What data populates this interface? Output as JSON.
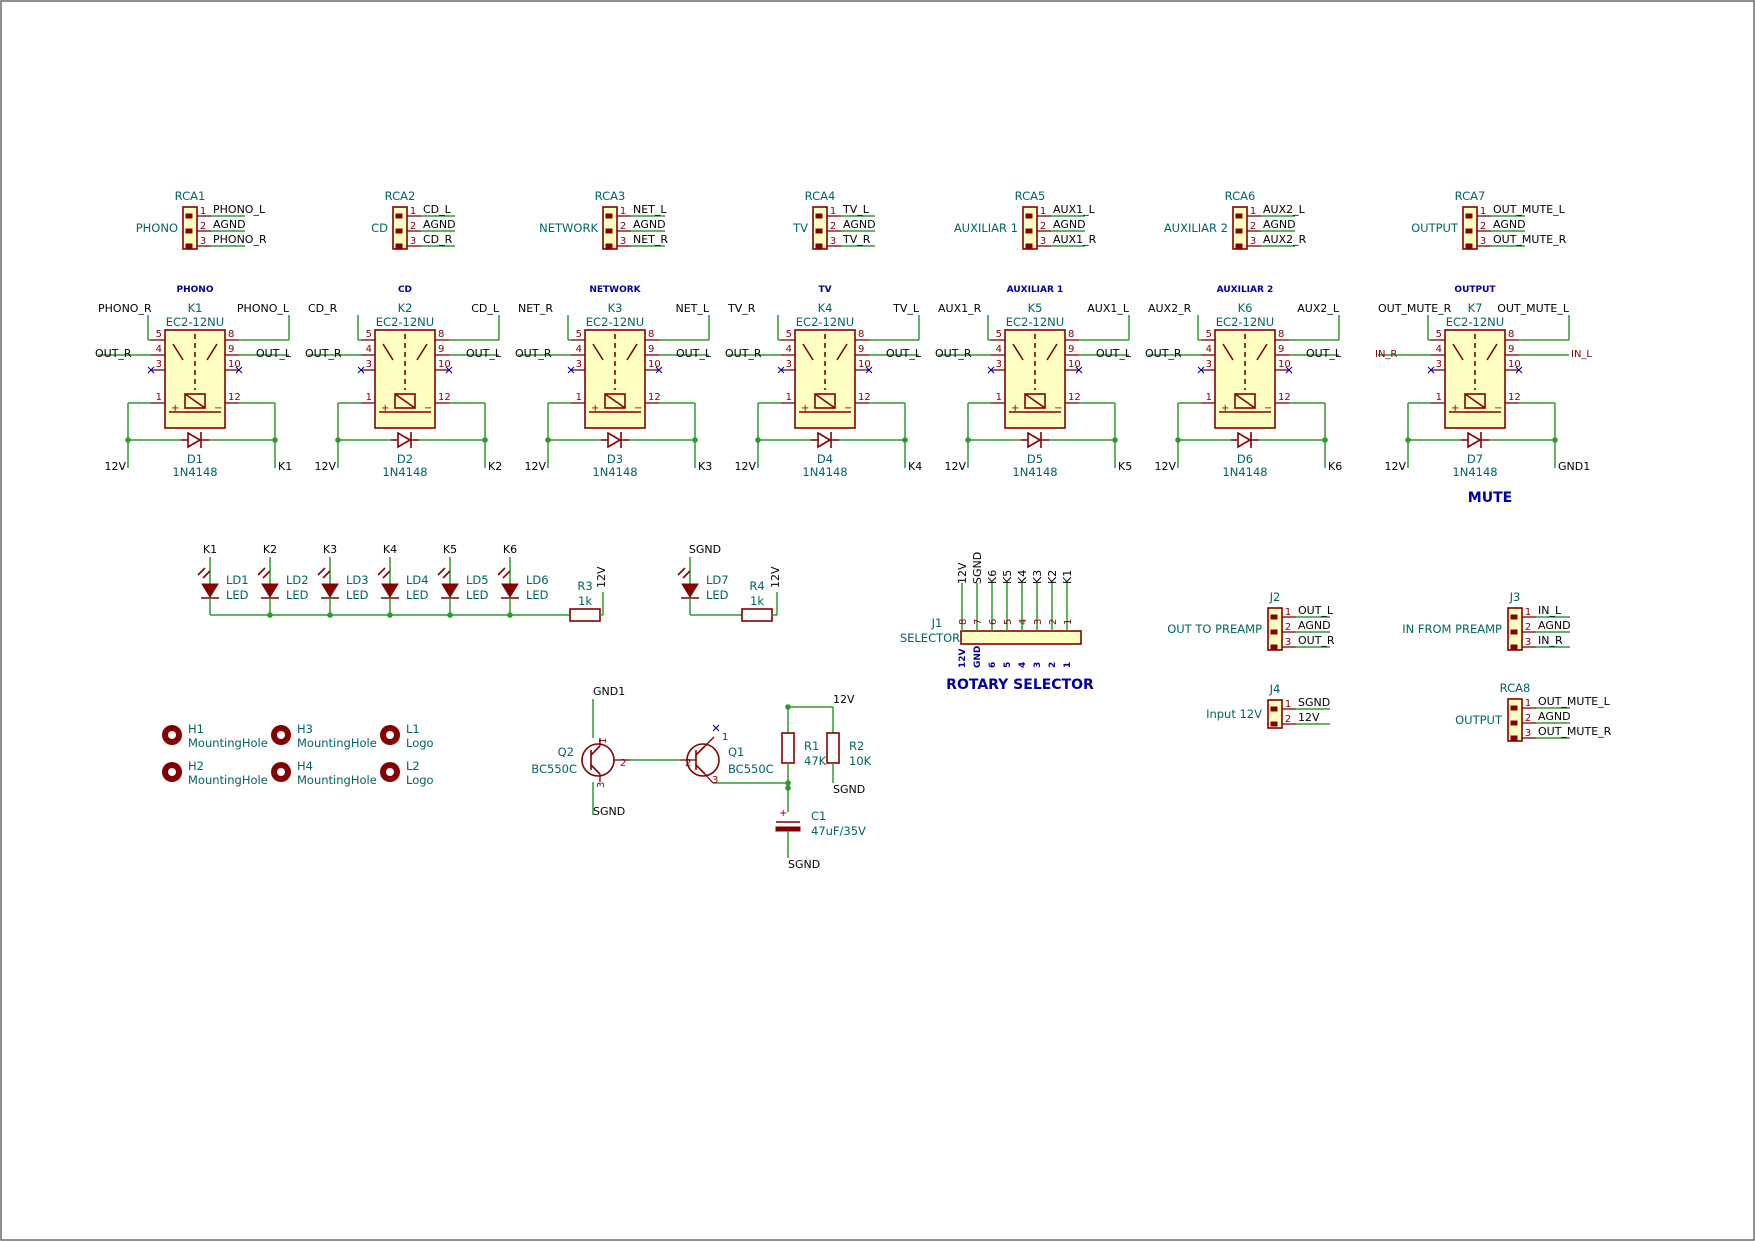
{
  "connectors_rca": [
    {
      "ref": "RCA1",
      "label": "PHONO",
      "nets": [
        "PHONO_L",
        "AGND",
        "PHONO_R"
      ]
    },
    {
      "ref": "RCA2",
      "label": "CD",
      "nets": [
        "CD_L",
        "AGND",
        "CD_R"
      ]
    },
    {
      "ref": "RCA3",
      "label": "NETWORK",
      "nets": [
        "NET_L",
        "AGND",
        "NET_R"
      ]
    },
    {
      "ref": "RCA4",
      "label": "TV",
      "nets": [
        "TV_L",
        "AGND",
        "TV_R"
      ]
    },
    {
      "ref": "RCA5",
      "label": "AUXILIAR 1",
      "nets": [
        "AUX1_L",
        "AGND",
        "AUX1_R"
      ]
    },
    {
      "ref": "RCA6",
      "label": "AUXILIAR 2",
      "nets": [
        "AUX2_L",
        "AGND",
        "AUX2_R"
      ]
    },
    {
      "ref": "RCA7",
      "label": "OUTPUT",
      "nets": [
        "OUT_MUTE_L",
        "AGND",
        "OUT_MUTE_R"
      ]
    }
  ],
  "pin_numbers": [
    "1",
    "2",
    "3"
  ],
  "relays": [
    {
      "header": "PHONO",
      "ref": "K1",
      "value": "EC2-12NU",
      "in_r": "PHONO_R",
      "in_l": "PHONO_L",
      "out_r": "OUT_R",
      "out_l": "OUT_L",
      "diode": "D1",
      "diode_value": "1N4148",
      "left_net": "12V",
      "right_net": "K1"
    },
    {
      "header": "CD",
      "ref": "K2",
      "value": "EC2-12NU",
      "in_r": "CD_R",
      "in_l": "CD_L",
      "out_r": "OUT_R",
      "out_l": "OUT_L",
      "diode": "D2",
      "diode_value": "1N4148",
      "left_net": "12V",
      "right_net": "K2"
    },
    {
      "header": "NETWORK",
      "ref": "K3",
      "value": "EC2-12NU",
      "in_r": "NET_R",
      "in_l": "NET_L",
      "out_r": "OUT_R",
      "out_l": "OUT_L",
      "diode": "D3",
      "diode_value": "1N4148",
      "left_net": "12V",
      "right_net": "K3"
    },
    {
      "header": "TV",
      "ref": "K4",
      "value": "EC2-12NU",
      "in_r": "TV_R",
      "in_l": "TV_L",
      "out_r": "OUT_R",
      "out_l": "OUT_L",
      "diode": "D4",
      "diode_value": "1N4148",
      "left_net": "12V",
      "right_net": "K4"
    },
    {
      "header": "AUXILIAR 1",
      "ref": "K5",
      "value": "EC2-12NU",
      "in_r": "AUX1_R",
      "in_l": "AUX1_L",
      "out_r": "OUT_R",
      "out_l": "OUT_L",
      "diode": "D5",
      "diode_value": "1N4148",
      "left_net": "12V",
      "right_net": "K5"
    },
    {
      "header": "AUXILIAR 2",
      "ref": "K6",
      "value": "EC2-12NU",
      "in_r": "AUX2_R",
      "in_l": "AUX2_L",
      "out_r": "OUT_R",
      "out_l": "OUT_L",
      "diode": "D6",
      "diode_value": "1N4148",
      "left_net": "12V",
      "right_net": "K6"
    },
    {
      "header": "OUTPUT",
      "ref": "K7",
      "value": "EC2-12NU",
      "in_r": "OUT_MUTE_R",
      "in_l": "OUT_MUTE_L",
      "out_r": "IN_R",
      "out_l": "IN_L",
      "diode": "D7",
      "diode_value": "1N4148",
      "left_net": "12V",
      "right_net": "GND1"
    }
  ],
  "relay_pins": [
    "5",
    "4",
    "3",
    "1",
    "8",
    "9",
    "10",
    "12"
  ],
  "coil_signs": [
    "+",
    "−"
  ],
  "mute_label": "MUTE",
  "leds": [
    {
      "net": "K1",
      "ref": "LD1",
      "value": "LED"
    },
    {
      "net": "K2",
      "ref": "LD2",
      "value": "LED"
    },
    {
      "net": "K3",
      "ref": "LD3",
      "value": "LED"
    },
    {
      "net": "K4",
      "ref": "LD4",
      "value": "LED"
    },
    {
      "net": "K5",
      "ref": "LD5",
      "value": "LED"
    },
    {
      "net": "K6",
      "ref": "LD6",
      "value": "LED"
    }
  ],
  "led_resistor": {
    "ref": "R3",
    "value": "1k",
    "net": "12V"
  },
  "led7": {
    "net": "SGND",
    "ref": "LD7",
    "value": "LED",
    "resistor_ref": "R4",
    "resistor_value": "1k",
    "resistor_net": "12V"
  },
  "selector": {
    "ref": "J1",
    "label": "SELECTOR",
    "nets": [
      "12V",
      "SGND",
      "K6",
      "K5",
      "K4",
      "K3",
      "K2",
      "K1"
    ],
    "pins": [
      "8",
      "7",
      "6",
      "5",
      "4",
      "3",
      "2",
      "1"
    ],
    "bottom": [
      "12V",
      "GND",
      "6",
      "5",
      "4",
      "3",
      "2",
      "1"
    ],
    "caption": "ROTARY SELECTOR"
  },
  "mounting": [
    {
      "ref": "H1",
      "value": "MountingHole"
    },
    {
      "ref": "H3",
      "value": "MountingHole"
    },
    {
      "ref": "L1",
      "value": "Logo"
    },
    {
      "ref": "H2",
      "value": "MountingHole"
    },
    {
      "ref": "H4",
      "value": "MountingHole"
    },
    {
      "ref": "L2",
      "value": "Logo"
    }
  ],
  "mute_circuit": {
    "gnd1": "GND1",
    "q2_ref": "Q2",
    "q2_value": "BC550C",
    "q1_ref": "Q1",
    "q1_value": "BC550C",
    "q_pins": [
      "1",
      "2",
      "3"
    ],
    "sgnd": "SGND",
    "net12v": "12V",
    "r1_ref": "R1",
    "r1_value": "47K",
    "r2_ref": "R2",
    "r2_value": "10K",
    "c1_ref": "C1",
    "c1_value": "47uF/35V",
    "c_plus": "+"
  },
  "connectors_right": [
    {
      "ref": "J2",
      "label": "OUT TO PREAMP",
      "nets": [
        "OUT_L",
        "AGND",
        "OUT_R"
      ]
    },
    {
      "ref": "J3",
      "label": "IN FROM PREAMP",
      "nets": [
        "IN_L",
        "AGND",
        "IN_R"
      ]
    },
    {
      "ref": "J4",
      "label": "Input 12V",
      "nets": [
        "SGND",
        "12V"
      ]
    },
    {
      "ref": "RCA8",
      "label": "OUTPUT",
      "nets": [
        "OUT_MUTE_L",
        "AGND",
        "OUT_MUTE_R"
      ]
    }
  ],
  "colors": {
    "wire": "#2e9a2e",
    "symbol": "#840000",
    "body_fill": "#ffffc2",
    "reference": "#006464",
    "annotation": "#0000a0"
  }
}
